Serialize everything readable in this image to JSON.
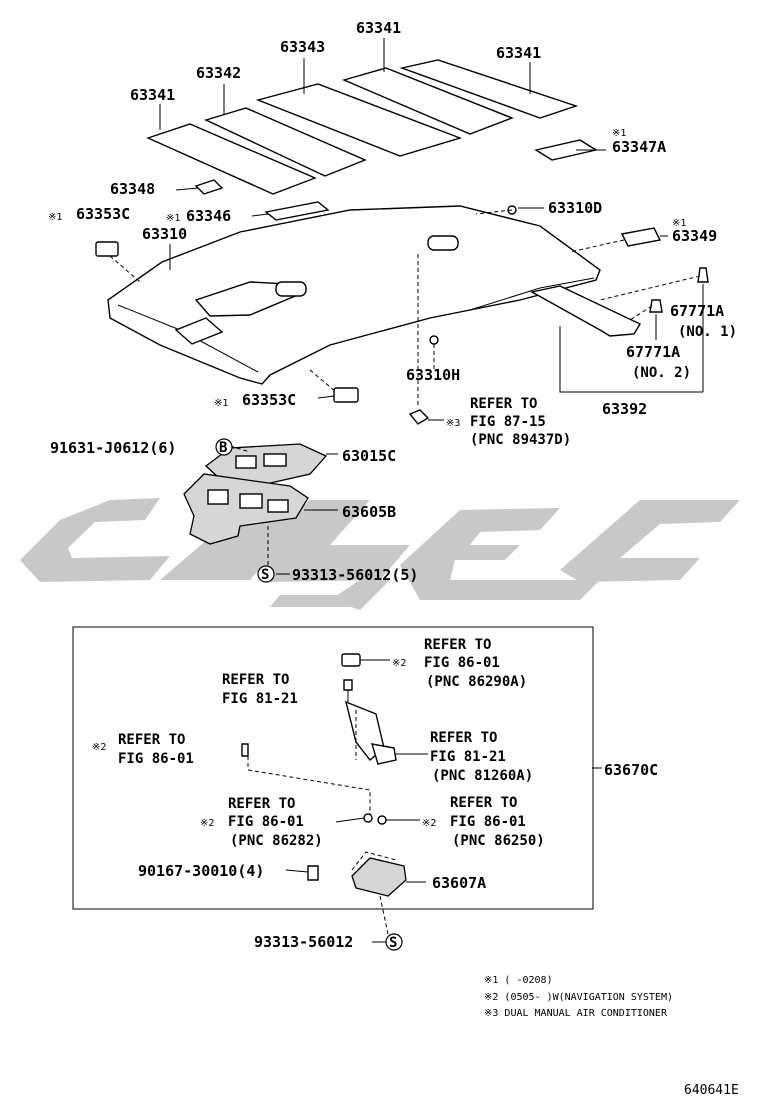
{
  "parts": {
    "p63341_a": "63341",
    "p63341_b": "63341",
    "p63341_c": "63341",
    "p63342": "63342",
    "p63343": "63343",
    "p63347A": "63347A",
    "p63348": "63348",
    "p63353C_top": "63353C",
    "p63346": "63346",
    "p63310": "63310",
    "p63310D": "63310D",
    "p63349": "63349",
    "p67771A_1": "67771A",
    "no1": "(NO. 1)",
    "p67771A_2": "67771A",
    "no2": "(NO. 2)",
    "p63310H": "63310H",
    "p63392": "63392",
    "p63353C_bot": "63353C",
    "p91631": "91631-J0612(6)",
    "p63015C": "63015C",
    "p63605B": "63605B",
    "p93313_5": "93313-56012(5)",
    "p63670C": "63670C",
    "p90167": "90167-30010(4)",
    "p63607A": "63607A",
    "p93313": "93313-56012"
  },
  "marks": {
    "m1": "※1",
    "m2": "※2",
    "m3": "※3",
    "circle_b": "B",
    "circle_s": "S"
  },
  "refs": {
    "r_top_1": "REFER TO",
    "r_top_2": "FIG 87-15",
    "r_top_3": "(PNC 89437D)",
    "r_a_1": "REFER TO",
    "r_a_2": "FIG 86-01",
    "r_a_3": "(PNC 86290A)",
    "r_b_1": "REFER TO",
    "r_b_2": "FIG 81-21",
    "r_c_1": "REFER TO",
    "r_c_2": "FIG 81-21",
    "r_c_3": "(PNC 81260A)",
    "r_d_1": "REFER TO",
    "r_d_2": "FIG 86-01",
    "r_e_1": "REFER TO",
    "r_e_2": "FIG 86-01",
    "r_e_3": "(PNC 86282)",
    "r_f_1": "REFER TO",
    "r_f_2": "FIG 86-01",
    "r_f_3": "(PNC 86250)"
  },
  "notes": {
    "n1": "※1 (    -0208)",
    "n2": "※2 (0505-    )W(NAVIGATION SYSTEM)",
    "n3": "※3 DUAL MANUAL AIR CONDITIONER"
  },
  "figure_code": "640641E"
}
